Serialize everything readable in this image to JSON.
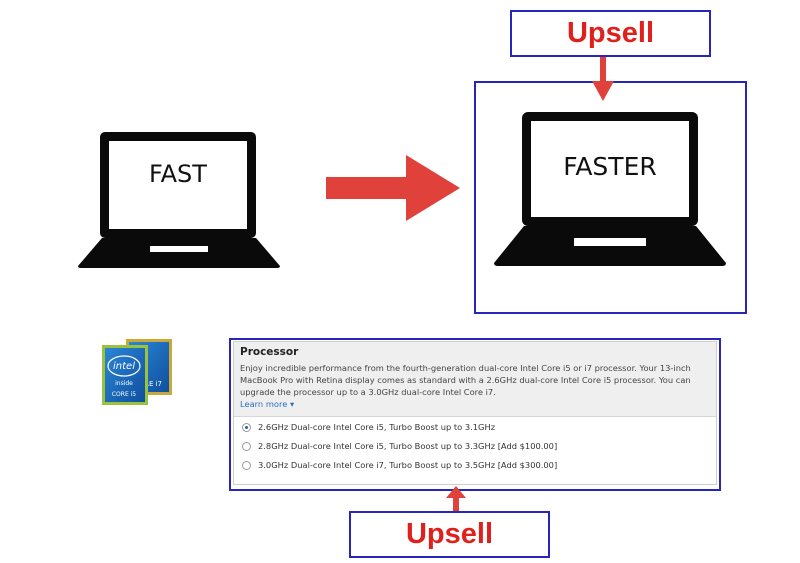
{
  "left_laptop": {
    "label": "FAST"
  },
  "right_laptop": {
    "label": "FASTER"
  },
  "upsell_top": {
    "label": "Upsell"
  },
  "upsell_bottom": {
    "label": "Upsell"
  },
  "intel_badge": {
    "brand": "intel",
    "tagline": "inside",
    "model_front": "CORE i5",
    "model_back": "CORE i7"
  },
  "processor_panel": {
    "title": "Processor",
    "description": "Enjoy incredible performance from the fourth-generation dual-core Intel Core i5 or i7 processor. Your 13-inch MacBook Pro with Retina display comes as standard with a 2.6GHz dual-core Intel Core i5 processor. You can upgrade the processor up to a 3.0GHz dual-core Intel Core i7.",
    "learn_more": "Learn more ▾",
    "options": [
      {
        "label": "2.6GHz Dual-core Intel Core i5, Turbo Boost up to 3.1GHz",
        "selected": true
      },
      {
        "label": "2.8GHz Dual-core Intel Core i5, Turbo Boost up to 3.3GHz [Add $100.00]",
        "selected": false
      },
      {
        "label": "3.0GHz Dual-core Intel Core i7, Turbo Boost up to 3.5GHz [Add $300.00]",
        "selected": false
      }
    ]
  },
  "colors": {
    "frame": "#2626b8",
    "arrow": "#e0413a",
    "upsell_text": "#e0201c"
  }
}
